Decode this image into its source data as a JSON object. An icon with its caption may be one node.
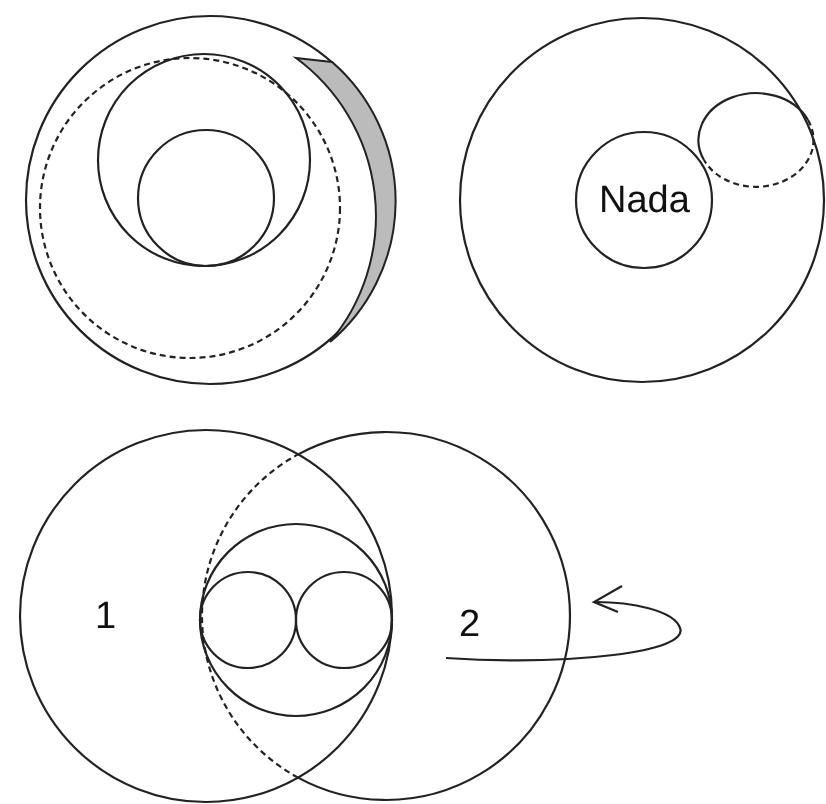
{
  "diagram": {
    "nodes": [
      {
        "text": [],
        "shape": "circle"
      },
      {
        "text": [],
        "shape": "circle",
        "in": 0
      },
      {
        "text": [],
        "shape": "circle",
        "in": 1
      },
      {
        "text": [],
        "shape": "circle"
      },
      {
        "text": [
          "Nada"
        ],
        "in": 3
      },
      {
        "text": [
          "1"
        ]
      },
      {
        "text": [
          "2"
        ]
      },
      {
        "text": [],
        "shape": "circle"
      },
      {
        "text": [],
        "shape": "circle",
        "in": 7
      },
      {
        "text": [],
        "shape": "circle",
        "in": 7
      },
      {
        "text": [],
        "shape": "crescent",
        "in": 0
      }
    ]
  }
}
